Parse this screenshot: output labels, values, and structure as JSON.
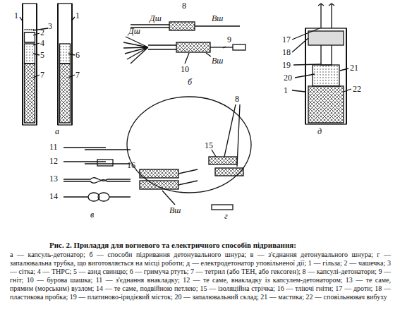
{
  "diagram": {
    "title": "Рис. 2. Приладдя для вогневого та електричного способів підривання:",
    "caption": "а — капсуль-детонатор; б — способи підривання детонувального шнура; в — з'єднання детонувального шнура; г — запалювальна трубка, що виготовляється на місці роботи; д — електродетонатор уповільненої дії; 1 — гільза; 2 — чашечка; 3 — сітка; 4 — ТНРС; 5 — азид свинцю; 6 — гримуча ртуть; 7 — тетрил (або ТЕН, або гексоген); 8 — капсулі-детонатори; 9 — гніт; 10 — бурова шашка; 11 — з'єднання внакладку; 12 — те саме, внакладку із капсулем-детонатором; 13 — те саме, прямим (морським) вузлом; 14 — те саме, подвійною петлею; 15 — ізоляційна стрічка; 16 — тліючі гніти; 17 — дроти; 18 — пластикова пробка; 19 — платиново-іридієвий місток; 20 — запалювальний склад; 21 — мастика; 22 — сповільнювач вибуху",
    "labels": [
      "1",
      "2",
      "3",
      "4",
      "5",
      "7",
      "1",
      "6",
      "7",
      "а",
      "8",
      "Дш",
      "Вш",
      "Дш",
      "Вш",
      "9",
      "10",
      "б",
      "11",
      "12",
      "13",
      "14",
      "в",
      "8",
      "15",
      "16",
      "Вш",
      "г",
      "17",
      "18",
      "19",
      "20",
      "1",
      "21",
      "22",
      "д"
    ]
  }
}
